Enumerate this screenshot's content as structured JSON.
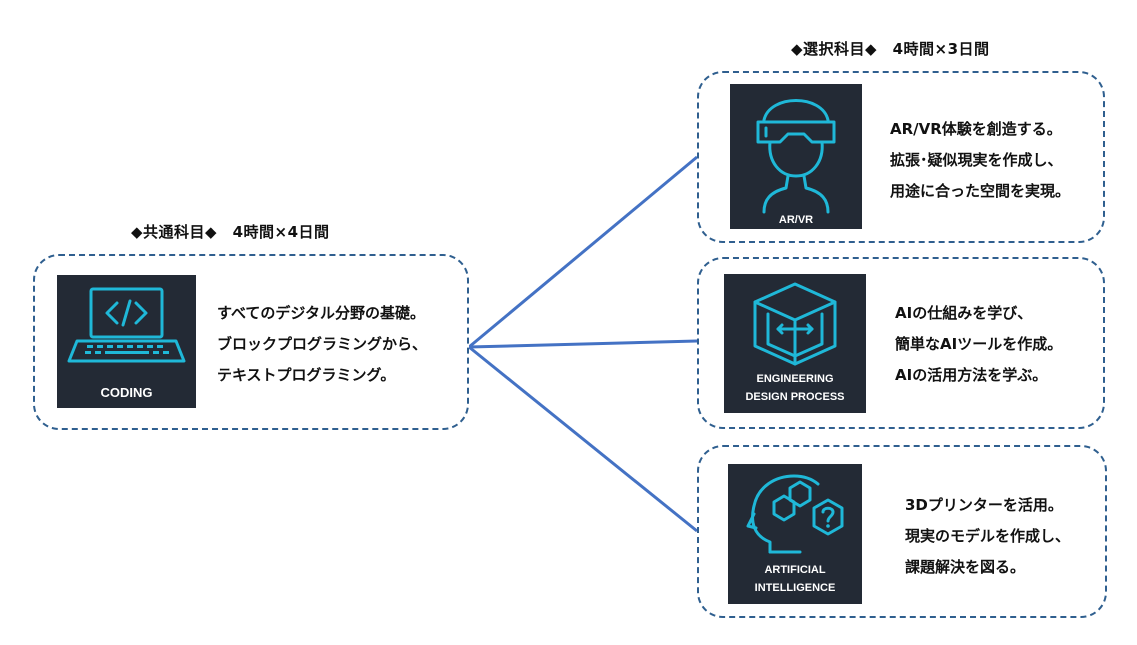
{
  "common": {
    "heading": "◆共通科目◆　4時間×4日間",
    "tile_label": "CODING",
    "lines": [
      "すべてのデジタル分野の基礎。",
      "ブロックプログラミングから、",
      "テキストプログラミング。"
    ],
    "icon": "laptop-code-icon"
  },
  "elective": {
    "heading": "◆選択科目◆　4時間×3日間",
    "items": [
      {
        "tile_label": "AR/VR",
        "lines": [
          "AR/VR体験を創造する。",
          "拡張･疑似現実を作成し、",
          "用途に合った空間を実現。"
        ],
        "icon": "vr-headset-icon"
      },
      {
        "tile_label": "ENGINEERING\nDESIGN PROCESS",
        "tile_label_lines": [
          "ENGINEERING",
          "DESIGN PROCESS"
        ],
        "lines": [
          "AIの仕組みを学び、",
          "簡単なAIツールを作成。",
          "AIの活用方法を学ぶ。"
        ],
        "icon": "3d-cube-icon"
      },
      {
        "tile_label_lines": [
          "ARTIFICIAL",
          "INTELLIGENCE"
        ],
        "lines": [
          "3Dプリンターを活用。",
          "現実のモデルを作成し、",
          "課題解決を図る。"
        ],
        "icon": "ai-head-icon"
      }
    ]
  },
  "colors": {
    "connector": "#4472c4",
    "border": "#2f5f8f",
    "tile_bg": "#232a35",
    "icon_cyan": "#1fb8d8"
  }
}
